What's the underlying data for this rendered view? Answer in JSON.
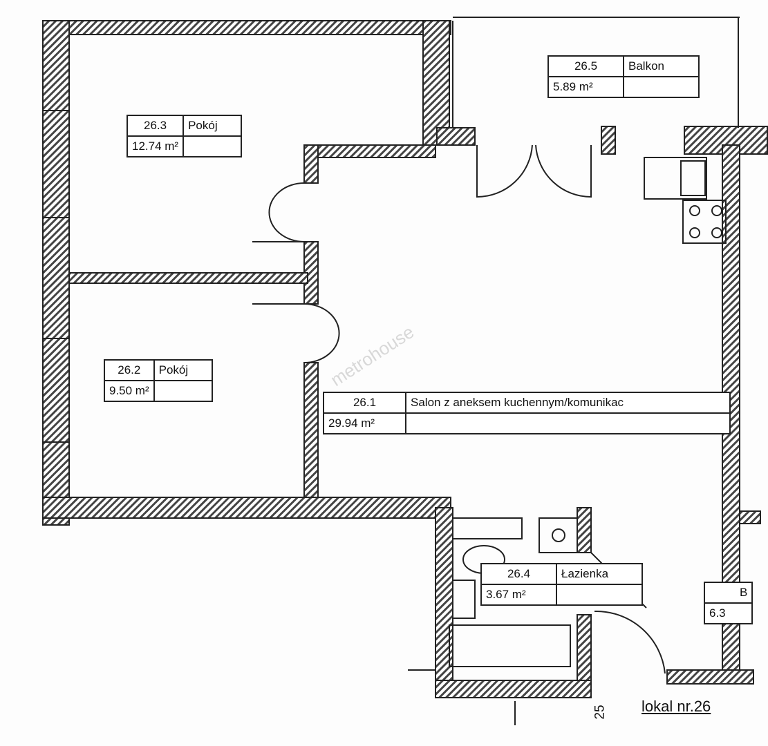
{
  "rooms": [
    {
      "id": "26.3",
      "name": "Pokój",
      "area": "12.74 m²"
    },
    {
      "id": "26.2",
      "name": "Pokój",
      "area": "9.50 m²"
    },
    {
      "id": "26.1",
      "name": "Salon z aneksem kuchennym/komunikac",
      "area": "29.94 m²"
    },
    {
      "id": "26.5",
      "name": "Balkon",
      "area": "5.89 m²"
    },
    {
      "id": "26.4",
      "name": "Łazienka",
      "area": "3.67 m²"
    }
  ],
  "partial_label": {
    "name": "B",
    "area": "6.3"
  },
  "watermark": "metrohouse",
  "unit_label": "lokal nr.26",
  "number_label": "25",
  "colors": {
    "wall": "#333333",
    "line": "#222222"
  }
}
